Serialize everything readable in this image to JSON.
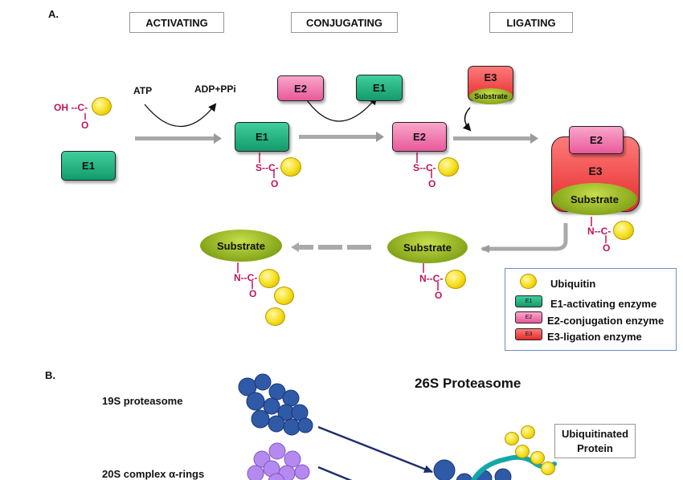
{
  "panel_a": {
    "letter": "A.",
    "steps": [
      "ACTIVATING",
      "CONJUGATING",
      "LIGATING"
    ],
    "atp": "ATP",
    "adp": "ADP+PPi",
    "oh_group": "OH --C-",
    "oxygen": "O",
    "thioester": "S--C-",
    "amide": "N--C-",
    "e1": "E1",
    "e2": "E2",
    "e3": "E3",
    "substrate": "Substrate"
  },
  "legend": {
    "ubiquitin": "Ubiquitin",
    "e1_label": "E1-activating enzyme",
    "e2_label": "E2-conjugation enzyme",
    "e3_label": "E3-ligation enzyme",
    "e1_mini": "E1",
    "e2_mini": "E2",
    "e3_mini": "E3"
  },
  "panel_b": {
    "letter": "B.",
    "title": "26S Proteasome",
    "label_19s": "19S proteasome",
    "label_20s": "20S complex α-rings",
    "ubiquitinated_line1": "Ubiquitinated",
    "ubiquitinated_line2": "Protein"
  },
  "colors": {
    "e1": "#1fae7c",
    "e2": "#f07ab0",
    "e3": "#e83a3a",
    "substrate": "#86a61a",
    "ubiquitin": "#f6dd16",
    "chem_text": "#c0155d",
    "proteasome_19s": "#2f5aa8",
    "proteasome_20s": "#b48af0"
  }
}
